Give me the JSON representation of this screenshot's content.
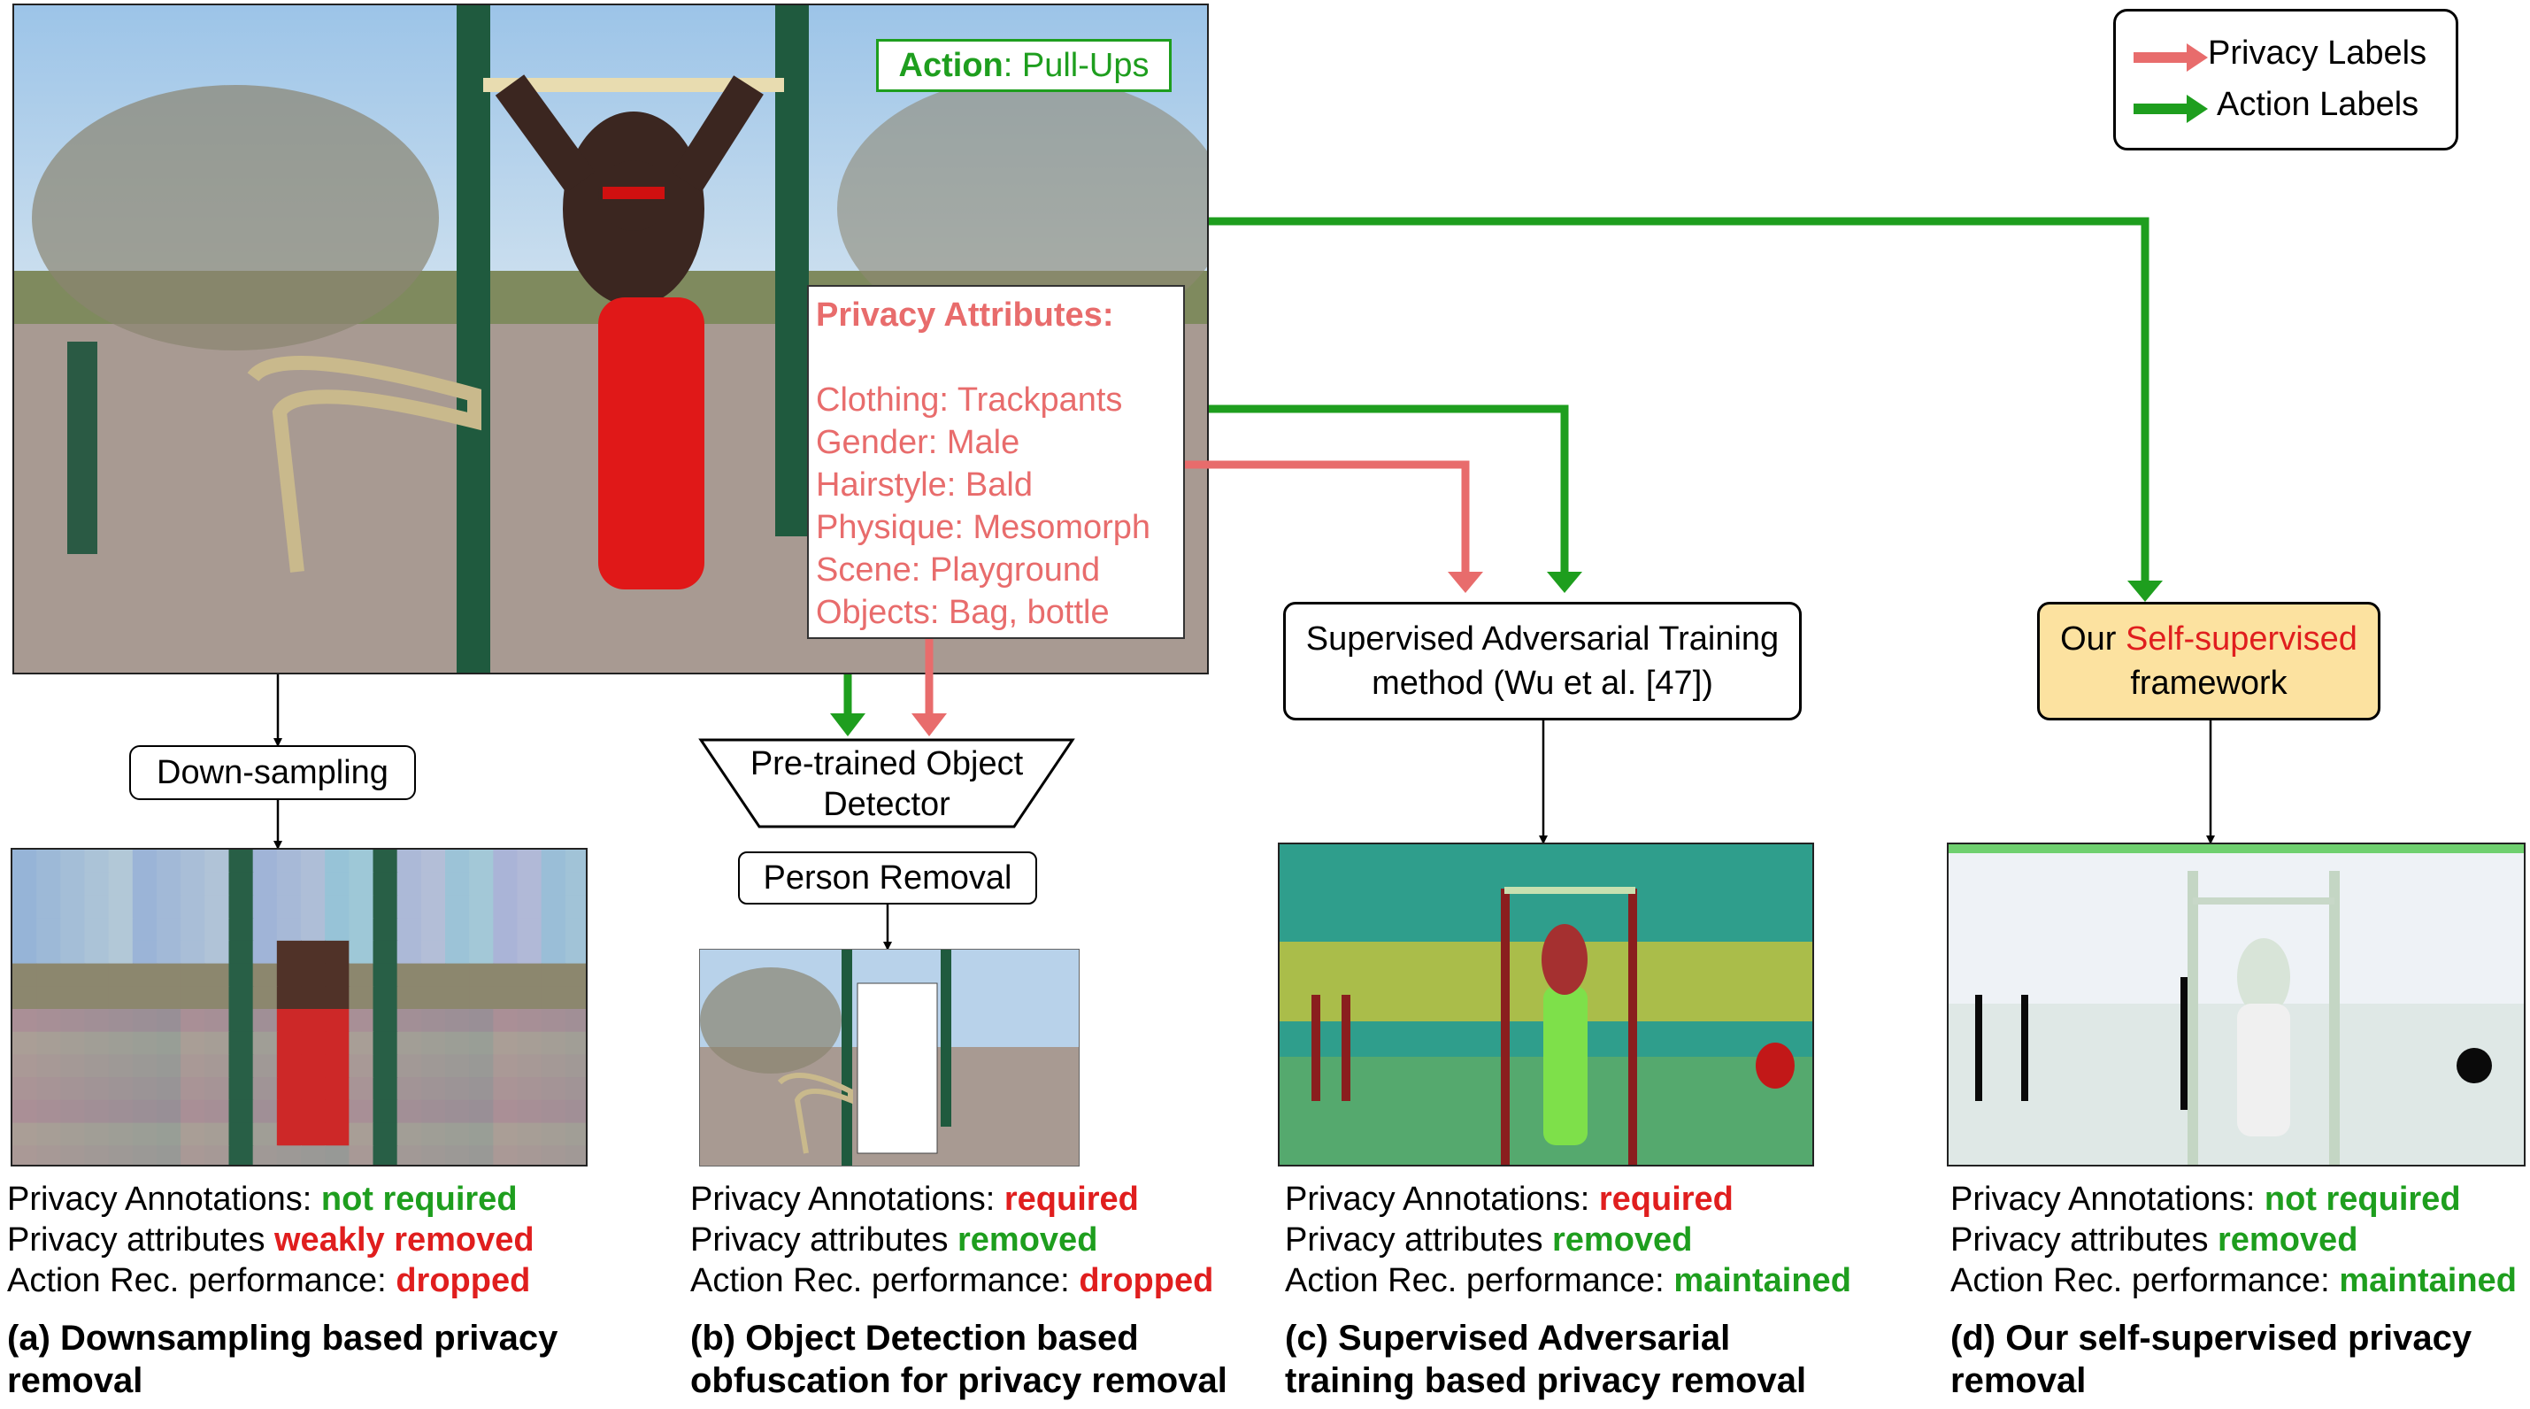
{
  "legend": {
    "privacy_label": "Privacy Labels",
    "action_label": "Action Labels",
    "privacy_color": "#e86c6c",
    "action_color": "#1e9e1e"
  },
  "main_image": {
    "action_prefix": "Action",
    "action_value": ": Pull-Ups",
    "privacy_header": "Privacy Attributes:",
    "privacy_attributes": [
      "Clothing: Trackpants",
      "Gender: Male",
      "Hairstyle: Bald",
      "Physique: Mesomorph",
      "Scene: Playground",
      "Objects: Bag, bottle"
    ]
  },
  "boxes": {
    "downsampling": "Down-sampling",
    "detector_line1": "Pre-trained Object",
    "detector_line2": "Detector",
    "person_removal": "Person Removal",
    "supervised_line1": "Supervised Adversarial Training",
    "supervised_line2": "method (Wu et al. [47])",
    "ours_prefix": "Our ",
    "ours_highlight": "Self-supervised",
    "ours_line2": "framework"
  },
  "colors": {
    "ours_fill": "#fce2a0",
    "ours_highlight_text": "#e01e1e",
    "good": "#1e9e1e",
    "bad": "#e01e1e"
  },
  "panels": [
    {
      "annotations_label": "Privacy Annotations: ",
      "annotations_value": "not required",
      "annotations_status": "good",
      "attributes_label": "Privacy attributes ",
      "attributes_value": "weakly removed",
      "attributes_status": "bad",
      "performance_label": "Action Rec. performance: ",
      "performance_value": "dropped",
      "performance_status": "bad",
      "caption_line1": "(a) Downsampling based privacy",
      "caption_line2": "removal"
    },
    {
      "annotations_label": "Privacy Annotations: ",
      "annotations_value": "required",
      "annotations_status": "bad",
      "attributes_label": "Privacy attributes ",
      "attributes_value": "removed",
      "attributes_status": "good",
      "performance_label": "Action Rec. performance: ",
      "performance_value": "dropped",
      "performance_status": "bad",
      "caption_line1": "(b) Object Detection based",
      "caption_line2": "obfuscation for privacy removal"
    },
    {
      "annotations_label": "Privacy Annotations: ",
      "annotations_value": "required",
      "annotations_status": "bad",
      "attributes_label": "Privacy attributes ",
      "attributes_value": "removed",
      "attributes_status": "good",
      "performance_label": "Action Rec. performance: ",
      "performance_value": "maintained",
      "performance_status": "good",
      "caption_line1": "(c) Supervised Adversarial",
      "caption_line2": "training based privacy removal"
    },
    {
      "annotations_label": "Privacy Annotations: ",
      "annotations_value": "not required",
      "annotations_status": "good",
      "attributes_label": "Privacy attributes ",
      "attributes_value": "removed",
      "attributes_status": "good",
      "performance_label": "Action Rec. performance: ",
      "performance_value": "maintained",
      "performance_status": "good",
      "caption_line1": "(d) Our self-supervised privacy",
      "caption_line2": "removal"
    }
  ]
}
